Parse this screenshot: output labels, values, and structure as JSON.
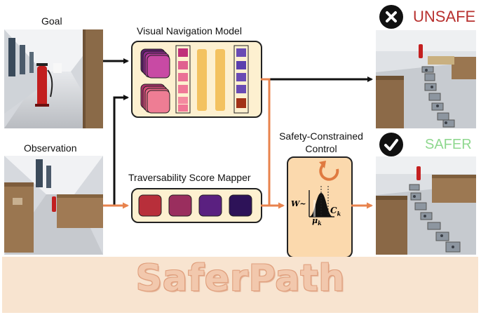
{
  "labels": {
    "goal": "Goal",
    "observation": "Observation",
    "visual_navigation_model": "Visual Navigation Model",
    "traversability_score_mapper": "Traversability Score Mapper",
    "safety_control_line1": "Safety-Constrained",
    "safety_control_line2": "Control",
    "unsafe": "UNSAFE",
    "safer": "SAFER",
    "title": "SaferPath"
  },
  "formula": {
    "w_prefix": "W~",
    "mu": "μ",
    "mu_sub": "k",
    "c": "C",
    "c_sub": "k"
  },
  "icons": {
    "unsafe": "cross-circle-icon",
    "safer": "check-circle-icon",
    "control_loop": "circular-arrow-icon"
  },
  "colors": {
    "unsafe_text": "#b8312f",
    "safer_text": "#8fd88f",
    "box_fill": "#fdf0d0",
    "control_fill": "#fbd9ad",
    "arrow_orange": "#e8834d",
    "banner_fill": "#f8e4d0",
    "title_fill": "#f2c8ad"
  }
}
